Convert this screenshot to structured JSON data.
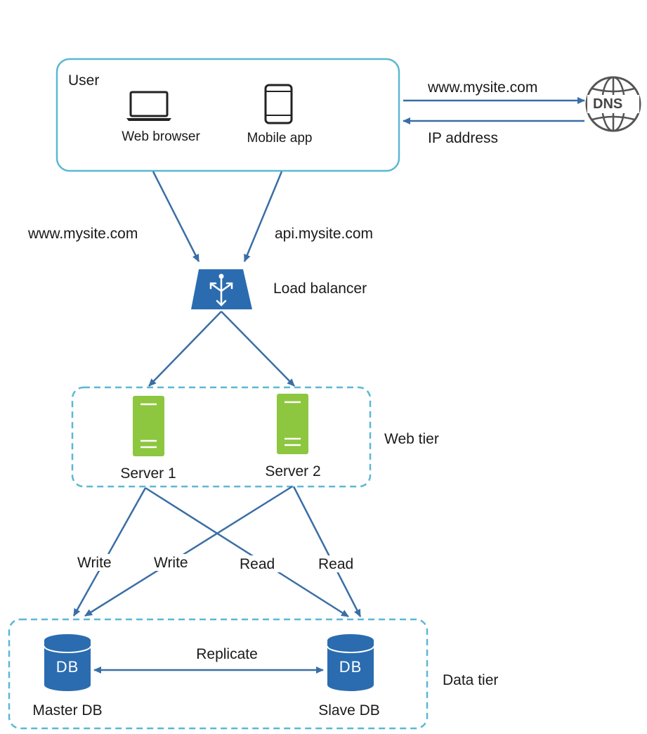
{
  "user": {
    "title": "User",
    "web_browser_label": "Web browser",
    "mobile_app_label": "Mobile app"
  },
  "dns": {
    "icon_text": "DNS",
    "request_label": "www.mysite.com",
    "response_label": "IP address"
  },
  "routes": {
    "web_domain": "www.mysite.com",
    "api_domain": "api.mysite.com"
  },
  "load_balancer": {
    "label": "Load balancer"
  },
  "web_tier": {
    "label": "Web tier",
    "servers": [
      {
        "label": "Server 1"
      },
      {
        "label": "Server 2"
      }
    ]
  },
  "connections": {
    "write_1": "Write",
    "write_2": "Write",
    "read_1": "Read",
    "read_2": "Read",
    "replicate": "Replicate"
  },
  "data_tier": {
    "label": "Data tier",
    "master": {
      "icon_text": "DB",
      "label": "Master DB"
    },
    "slave": {
      "icon_text": "DB",
      "label": "Slave DB"
    }
  },
  "colors": {
    "arrow": "#3a6ea5",
    "user_box": "#5bb8d3",
    "tier_border": "#5bb8d3",
    "server": "#8dc63f",
    "db": "#2b6cb0",
    "load_balancer": "#2b6cb0",
    "dns": "#555555"
  }
}
